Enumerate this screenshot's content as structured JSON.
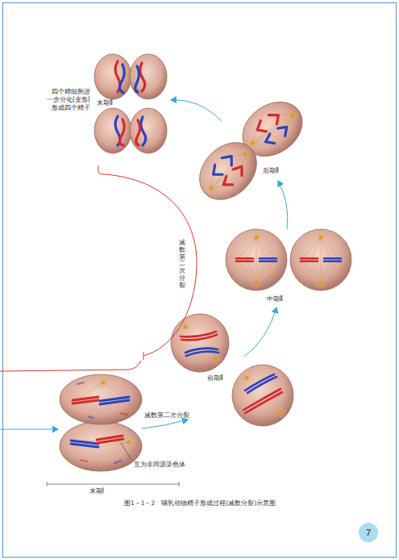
{
  "diagram": {
    "caption": "图1－1－2　哺乳动物精子形成过程(减数分裂)示意图",
    "nodes": [
      {
        "text": [
          "7"
        ]
      }
    ],
    "labels": [
      "四个精细胞进 一步分化(变形) 形成四个精子",
      "末期Ⅱ",
      "后期Ⅱ",
      "中期Ⅱ",
      "前期Ⅱ",
      "减数第二次分裂",
      "减数第二次分裂",
      "互为非同源染色体",
      "末期Ⅰ"
    ]
  }
}
